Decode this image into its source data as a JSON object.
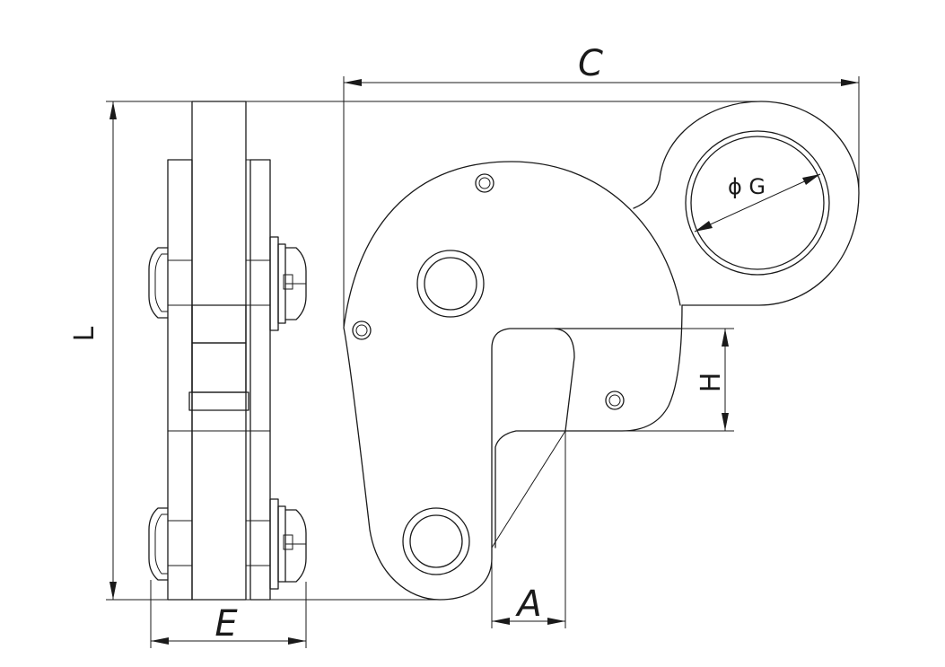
{
  "labels": {
    "C": "C",
    "L": "L",
    "H": "H",
    "A": "A",
    "E": "E",
    "G": "ϕ G"
  },
  "colors": {
    "line": "#1a1a1a",
    "background": "#ffffff"
  }
}
